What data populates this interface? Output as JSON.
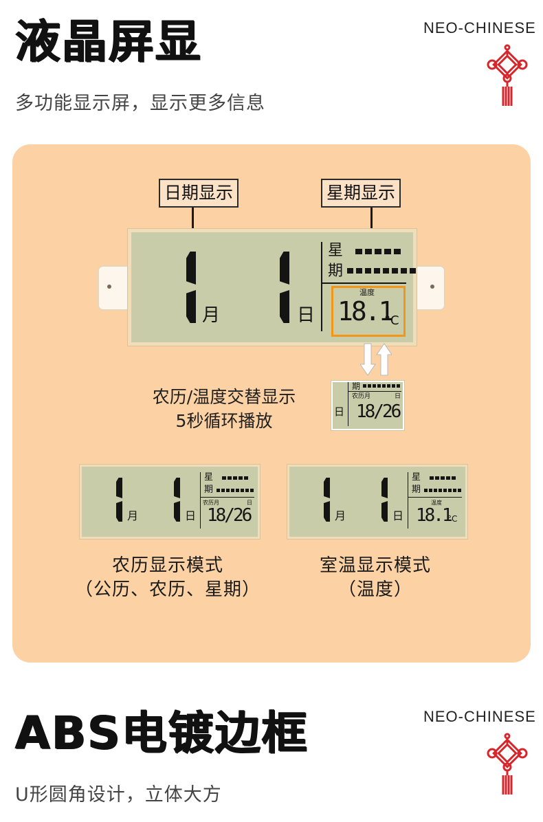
{
  "section1": {
    "title": "液晶屏显",
    "subtitle": "多功能显示屏，显示更多信息",
    "brand": "NEO-CHINESE"
  },
  "callouts": {
    "date": "日期显示",
    "week": "星期显示"
  },
  "lcd_main": {
    "month_digit": "1",
    "month_unit": "月",
    "day_digit": "1",
    "day_unit": "日",
    "week_char1": "星",
    "week_char2": "期",
    "temp_label": "温度",
    "temp_value": "18.1",
    "temp_unit": "°C"
  },
  "alternate": {
    "line1": "农历/温度交替显示",
    "line2": "5秒循环播放",
    "mini_week": "期",
    "mini_lunar": "农历月",
    "mini_day": "日",
    "mini_value": "18/26",
    "mini_side": "日"
  },
  "modes": [
    {
      "name_line1": "农历显示模式",
      "name_line2": "（公历、农历、星期）",
      "week1": "星",
      "week2": "期",
      "small_label": "农历月",
      "small_label_right": "日",
      "value": "18/26",
      "month_unit": "月",
      "day_unit": "日"
    },
    {
      "name_line1": "室温显示模式",
      "name_line2": "（温度）",
      "week1": "星",
      "week2": "期",
      "small_label": "温度",
      "value": "18.1",
      "value_unit": "°C",
      "month_unit": "月",
      "day_unit": "日"
    }
  ],
  "section2": {
    "title": "ABS电镀边框",
    "subtitle": "U形圆角设计，立体大方",
    "brand": "NEO-CHINESE"
  },
  "colors": {
    "panel": "#fcd1a4",
    "lcd_background": "#c9cca8",
    "highlight": "#f09618",
    "knot_red": "#d6262b"
  },
  "icons": [
    "chinese-knot-icon",
    "swap-arrows-icon"
  ]
}
